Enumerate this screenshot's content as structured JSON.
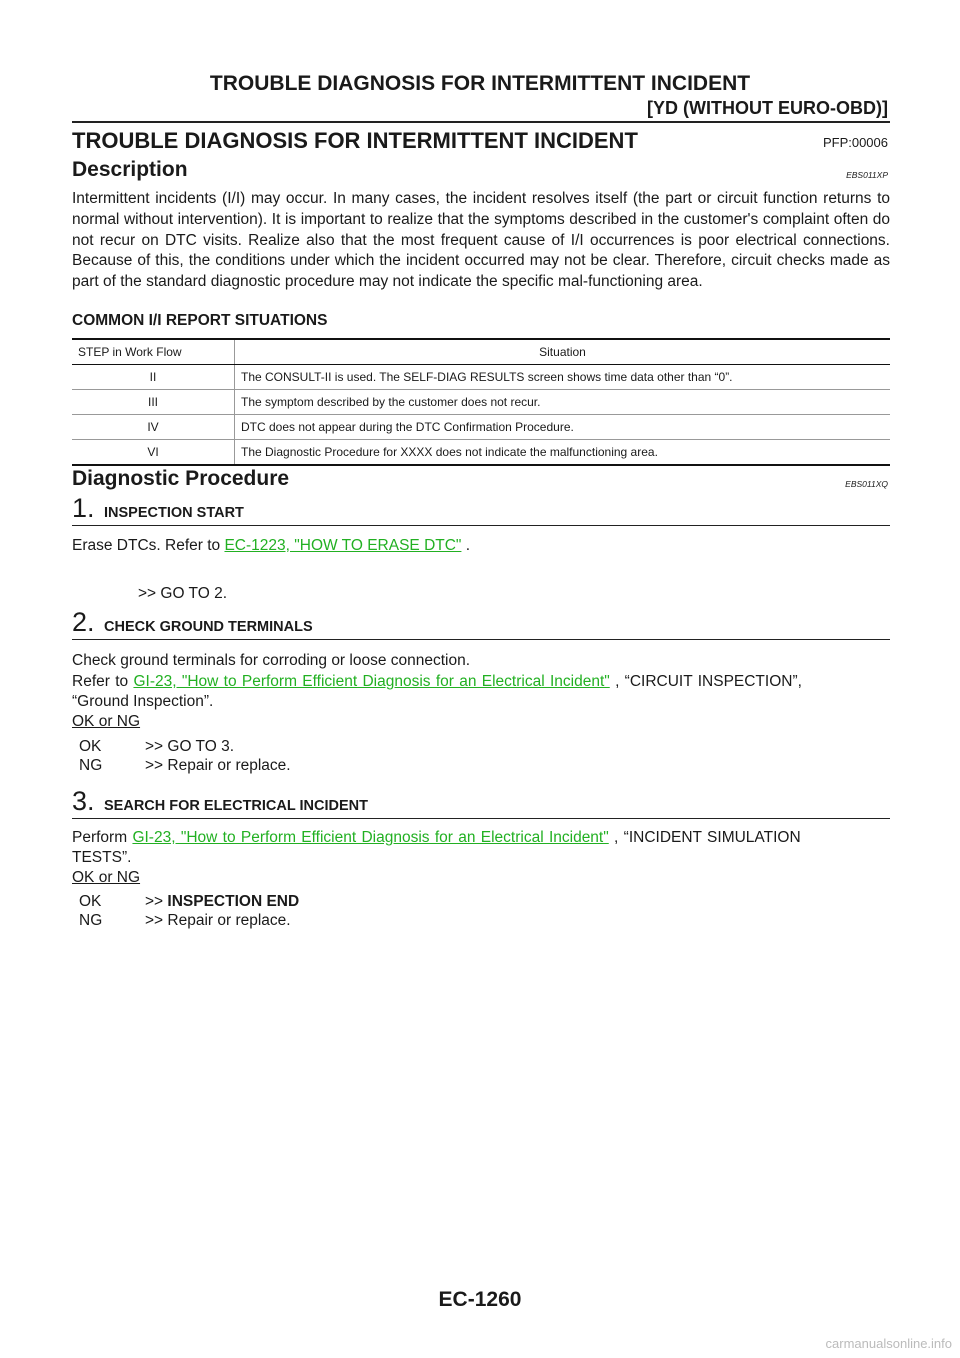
{
  "header": {
    "title": "TROUBLE DIAGNOSIS FOR INTERMITTENT INCIDENT",
    "subtitle": "[YD (WITHOUT EURO-OBD)]"
  },
  "section": {
    "title": "TROUBLE DIAGNOSIS FOR INTERMITTENT INCIDENT",
    "pfp": "PFP:00006"
  },
  "description": {
    "title": "Description",
    "code": "EBS011XP",
    "text": "Intermittent incidents (I/I) may occur. In many cases, the incident resolves itself (the part or circuit function returns to normal without intervention). It is important to realize that the symptoms described in the customer's complaint often do not recur on DTC visits. Realize also that the most frequent cause of I/I occurrences is poor electrical connections. Because of this, the conditions under which the incident occurred may not be clear. Therefore, circuit checks made as part of the standard diagnostic procedure may not indicate the specific mal-functioning area."
  },
  "common": {
    "title": "COMMON I/I REPORT SITUATIONS",
    "col1": "STEP in Work Flow",
    "col2": "Situation",
    "rows": [
      {
        "step": "II",
        "situation": "The CONSULT-II is used. The SELF-DIAG RESULTS screen shows time data other than “0”."
      },
      {
        "step": "III",
        "situation": "The symptom described by the customer does not recur."
      },
      {
        "step": "IV",
        "situation": "DTC does not appear during the DTC Confirmation Procedure."
      },
      {
        "step": "VI",
        "situation": "The Diagnostic Procedure for XXXX does not indicate the malfunctioning area."
      }
    ]
  },
  "diag": {
    "title": "Diagnostic Procedure",
    "code": "EBS011XQ"
  },
  "step1": {
    "num": "1.",
    "title": "INSPECTION START",
    "text_pre": "Erase DTCs. Refer to ",
    "link": "EC-1223, \"HOW TO ERASE DTC\"",
    "text_post": " .",
    "result": ">> GO TO 2."
  },
  "step2": {
    "num": "2.",
    "title": "CHECK GROUND TERMINALS",
    "line1": "Check ground terminals for corroding or loose connection.",
    "text_pre": "Refer to ",
    "link": "GI-23, \"How to Perform Efficient Diagnosis for an Electrical Incident\"",
    "text_post": " , “CIRCUIT INSPECTION”,",
    "line3": "“Ground Inspection”.",
    "okng": "OK or NG",
    "ok_key": "OK",
    "ok_val": ">> GO TO 3.",
    "ng_key": "NG",
    "ng_val": ">> Repair or replace."
  },
  "step3": {
    "num": "3.",
    "title": "SEARCH FOR ELECTRICAL INCIDENT",
    "text_pre": "Perform ",
    "link": "GI-23, \"How to Perform Efficient Diagnosis for an Electrical Incident\"",
    "text_post": " , “INCIDENT SIMULATION",
    "line2": "TESTS”.",
    "okng": "OK or NG",
    "ok_key": "OK",
    "ok_arrow": ">> ",
    "ok_bold": "INSPECTION END",
    "ng_key": "NG",
    "ng_val": ">> Repair or replace."
  },
  "footer": {
    "page": "EC-1260",
    "watermark": "carmanualsonline.info"
  }
}
